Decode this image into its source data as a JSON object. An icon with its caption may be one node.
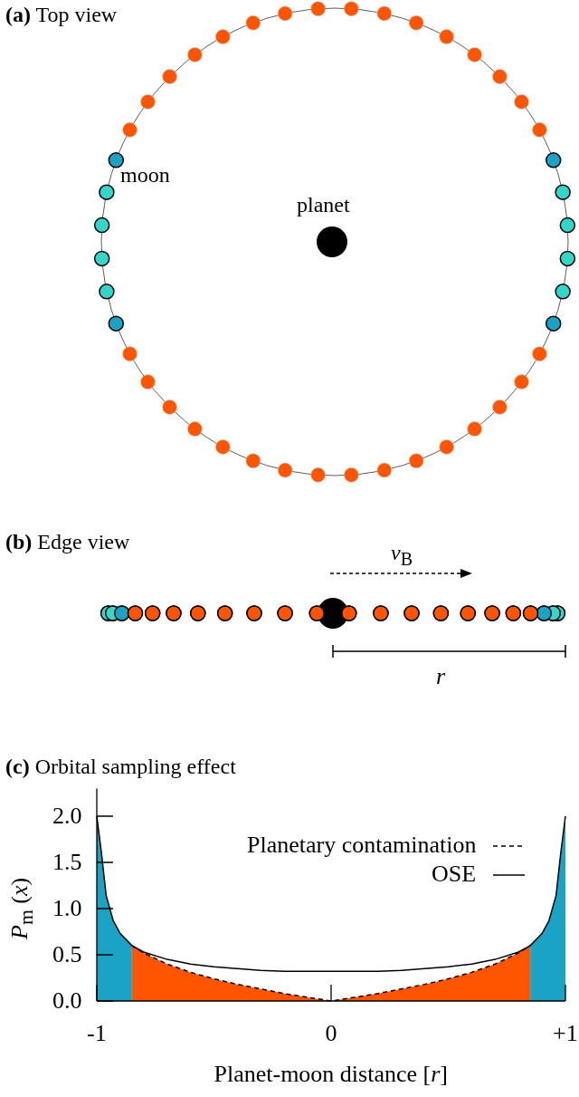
{
  "diagram": {
    "labels": [
      "**(a)** Top view",
      "moon",
      "planet",
      "**(b)** Edge view",
      "*v*$_{B}$",
      "r",
      "**(c)** Orbital sampling effect"
    ],
    "chart_data": {
      "type": "area",
      "xlabel": "Planet-moon distance [*r*]",
      "ylabel": "*P*$_{m}$ (*x*)",
      "x": [
        -1,
        -0.98,
        -0.96,
        -0.93,
        -0.9,
        -0.85,
        -0.8,
        -0.7,
        -0.6,
        -0.5,
        -0.4,
        -0.3,
        -0.2,
        -0.1,
        0,
        0.1,
        0.2,
        0.3,
        0.4,
        0.5,
        0.6,
        0.7,
        0.8,
        0.85,
        0.9,
        0.93,
        0.96,
        0.98,
        1
      ],
      "series": [
        {
          "name": "Planetary contamination",
          "color": "#ff5500",
          "line_style": "dashed",
          "values": [
            null,
            null,
            null,
            null,
            null,
            0.6,
            0.52,
            0.4,
            0.31,
            0.24,
            0.18,
            0.13,
            0.08,
            0.04,
            0,
            0.04,
            0.08,
            0.13,
            0.18,
            0.24,
            0.31,
            0.4,
            0.52,
            0.6,
            null,
            null,
            null,
            null,
            null
          ]
        },
        {
          "color": "#1aa3c4",
          "values": [
            2.0,
            1.6,
            1.14,
            0.87,
            0.73,
            0.6,
            null,
            null,
            null,
            null,
            null,
            null,
            null,
            null,
            null,
            null,
            null,
            null,
            null,
            null,
            null,
            null,
            null,
            0.6,
            0.73,
            0.87,
            1.14,
            1.6,
            2.0
          ]
        },
        {
          "name": "OSE",
          "type": "line",
          "color": "#000000",
          "line_style": "solid",
          "values": [
            2.0,
            1.6,
            1.14,
            0.87,
            0.73,
            0.6,
            0.53,
            0.45,
            0.4,
            0.37,
            0.35,
            0.33,
            0.32,
            0.32,
            0.32,
            0.32,
            0.32,
            0.33,
            0.35,
            0.37,
            0.4,
            0.45,
            0.53,
            0.6,
            0.73,
            0.87,
            1.14,
            1.6,
            2.0
          ]
        }
      ],
      "legend": true,
      "xlim": [
        -1,
        1
      ],
      "ylim": [
        0,
        2.3
      ],
      "xticks": [
        {
          "value": -1,
          "label": "-1"
        },
        {
          "value": 0,
          "label": "0"
        },
        {
          "value": 1,
          "label": "+1"
        }
      ],
      "yticks": [
        {
          "value": 0,
          "label": "0.0"
        },
        {
          "value": 0.5,
          "label": "0.5"
        },
        {
          "value": 1,
          "label": "1.0"
        },
        {
          "value": 1.5,
          "label": "1.5"
        },
        {
          "value": 2,
          "label": "2.0"
        }
      ]
    }
  }
}
